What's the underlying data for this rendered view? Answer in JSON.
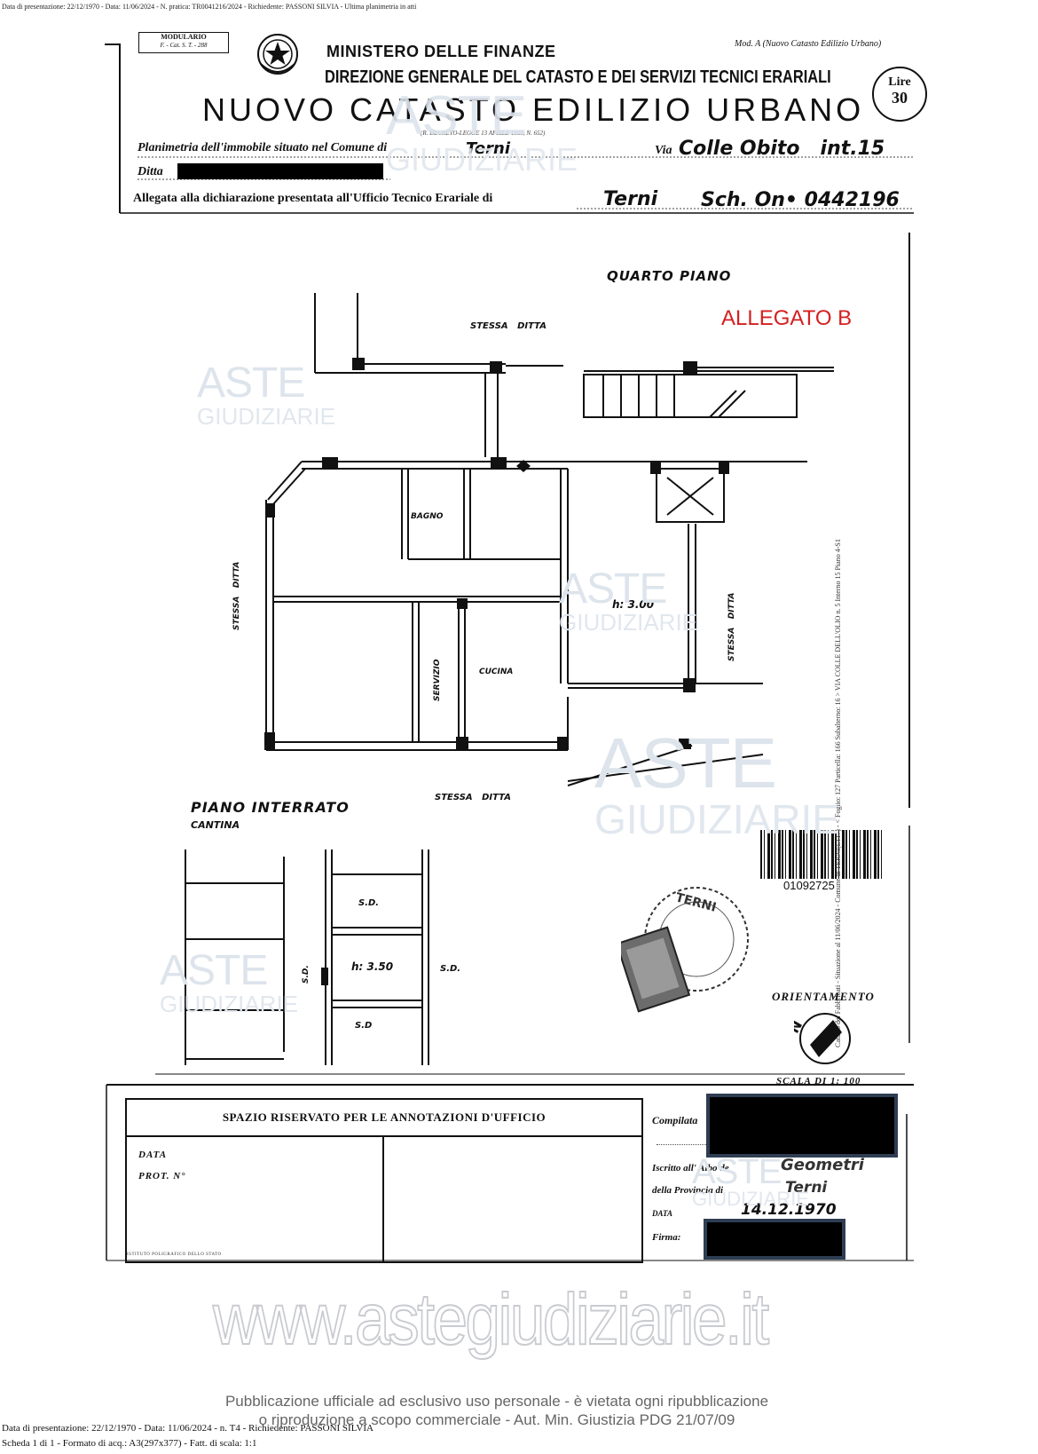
{
  "top_meta": "Data di presentazione: 22/12/1970 - Data: 11/06/2024 - N. pratica: TR0041216/2024 - Richiedente: PASSONI SILVIA - Ultima planimetria in atti",
  "modulario": {
    "line1": "MODULARIO",
    "line2": "F. - Cat. S. T. - 288"
  },
  "mod_label": "Mod. A (Nuovo Catasto Edilizio Urbano)",
  "ministry": "MINISTERO DELLE FINANZE",
  "direction": "DIREZIONE GENERALE DEL CATASTO E DEI SERVIZI TECNICI ERARIALI",
  "title": "NUOVO CATASTO EDILIZIO URBANO",
  "stamp_lire": {
    "label": "Lire",
    "value": "30"
  },
  "decree_note": "(R. DECRETO-LEGGE 13 APRILE 1939, N. 652)",
  "planimetria_label": "Planimetria dell'immobile situato nel Comune di",
  "comune": "Terni",
  "via_label": "Via",
  "via_value": "Colle Obito   int.15",
  "ditta_label": "Ditta",
  "allegata_label": "Allegata alla dichiarazione presentata all'Ufficio Tecnico Erariale di",
  "allegata_city": "Terni",
  "scheda": "Sch. On• 0442196",
  "quarto_piano": "QUARTO PIANO",
  "allegato": "ALLEGATO B",
  "stessa_ditta": "STESSA   DITTA",
  "stessa_ditta_bottom": "STESSA   DITTA",
  "stessa_ditta_left": "STESSA   DITTA",
  "stessa_ditta_right": "STESSA   DITTA",
  "rooms": {
    "bagno": "BAGNO",
    "cucina": "CUCINA",
    "servizio": "SERVIZIO",
    "height": "h: 3.00"
  },
  "piano_interrato": "PIANO INTERRATO",
  "cantina": "CANTINA",
  "cellar": {
    "sd1": "S.D.",
    "h": "h: 3.50",
    "sd_right": "S.D.",
    "sd2": "S.D",
    "sd_left": "S.D."
  },
  "barcode": "01092725",
  "side_text": "Catasto dei Fabbricati - Situazione al 11/06/2024 - Comune di TERNI(L117) - < Foglio: 127 Particella: 166 Subalterno: 16 >  VIA COLLE DELL'OLIO n. 5 Interno 15 Piano 4-S1",
  "orientamento": "ORIENTAMENTO",
  "scala": "SCALA DI 1: 100",
  "spazio_riservato": "SPAZIO RISERVATO PER LE ANNOTAZIONI D'UFFICIO",
  "data_label": "DATA",
  "prot_label": "PROT. N°",
  "compilata_label": "Compilata",
  "iscritto_label": "Iscritto all' Albo de",
  "iscritto_value": "Geometri",
  "provincia_label": "della Provincia di",
  "provincia_value": "Terni",
  "data2_label": "DATA",
  "data2_value": "14.12.1970",
  "firma_label": "Firma:",
  "istituto": "ISTITUTO POLIGRAFICO DELLO STATO",
  "wm_site": "www.astegiudiziarie.it",
  "footer_notice": "Pubblicazione ufficiale ad esclusivo uso personale - è vietata ogni ripubblicazione o riproduzione a scopo commerciale - Aut. Min. Giustizia PDG 21/07/09",
  "footer_line1": "Data di presentazione: 22/12/1970 - Data: 11/06/2024 - n. T4 - Richiedente: PASSONI SILVIA",
  "footer_line2": "Scheda 1 di 1 - Formato di acq.: A3(297x377) - Fatt. di scala: 1:1",
  "wm_brand": {
    "aste": "ASTE",
    "giudiziarie": "GIUDIZIARIE"
  }
}
